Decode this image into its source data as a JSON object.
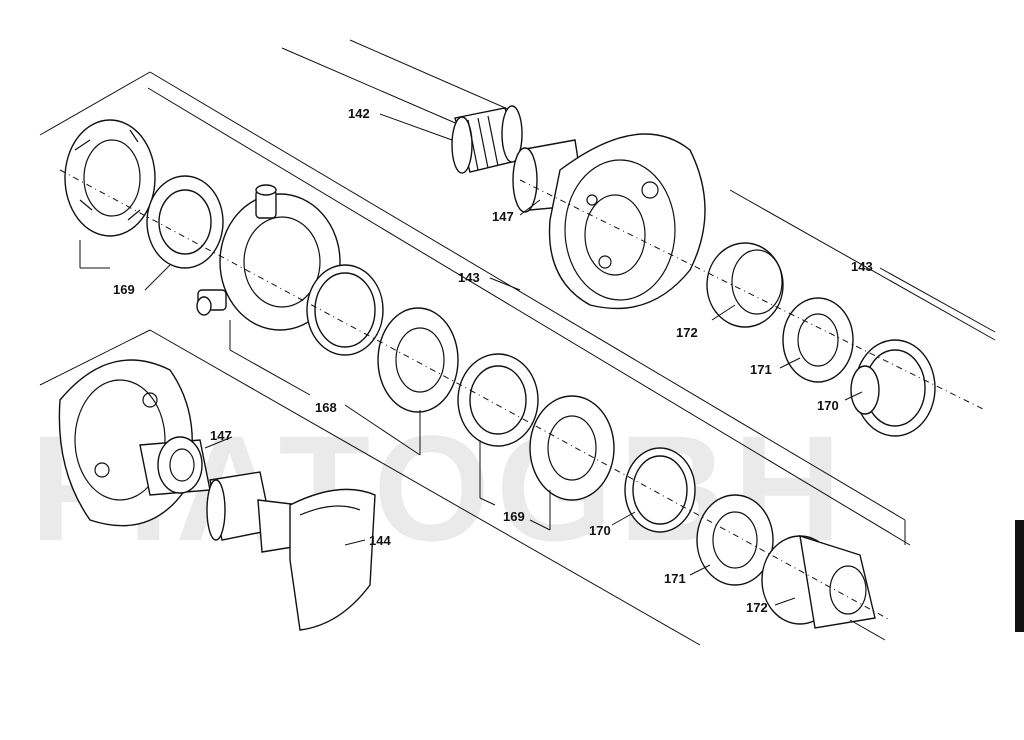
{
  "watermark": "FIATOGBH",
  "callouts": {
    "c142": "142",
    "c147_top": "147",
    "c143_right": "143",
    "c143_center": "143",
    "c169_left": "169",
    "c168": "168",
    "c172_upper": "172",
    "c171_upper": "171",
    "c170_upper": "170",
    "c147_left": "147",
    "c144": "144",
    "c169_center": "169",
    "c170_lower": "170",
    "c171_lower": "171",
    "c172_lower": "172"
  }
}
